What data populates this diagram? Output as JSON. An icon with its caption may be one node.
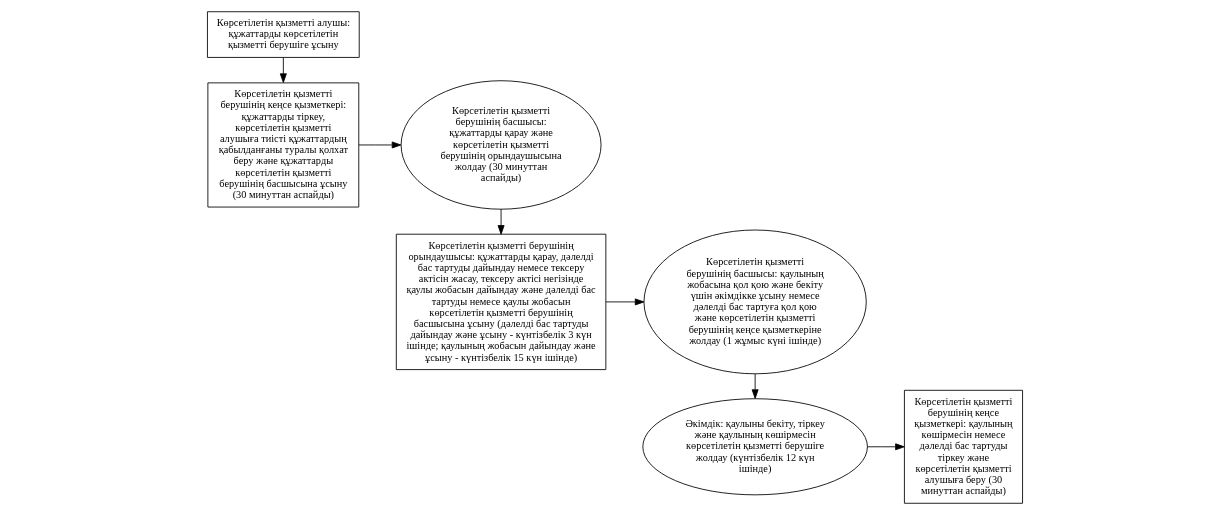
{
  "diagram": {
    "nodes": [
      {
        "text": [
          "Көрсетілетін қызметті алушы: құжаттарды көрсетілетін қызметті берушіге ұсыну"
        ]
      },
      {
        "text": [
          "Көрсетілетін қызметті берушінің кеңсе қызметкері: құжаттарды тіркеу, көрсетілетін қызметті алушыға тиісті құжаттардың қабылданғаны туралы қолхат беру және құжаттарды көрсетілетін қызметті берушінің басшысына ұсыну (30 минуттан аспайды)"
        ]
      },
      {
        "text": [
          "Көрсетілетін қызметті берушінің басшысы: құжаттарды қарау және көрсетілетін қызметті берушінің орындаушысына жолдау (30 минуттан аспайды)"
        ]
      },
      {
        "text": [
          "Көрсетілетін қызметті берушінің орындаушысы: құжаттарды қарау, дәлелді бас тартуды дайындау немесе тексеру актісін жасау, тексеру актісі негізінде қаулы жобасын дайындау және дәлелді бас тартуды немесе қаулы жобасын көрсетілетін қызметті берушінің басшысына ұсыну (дәлелді бас тартуды дайындау және ұсыну - күнтізбелік 3 күн ішінде; қаулының жобасын дайындау және ұсыну - күнтізбелік 15 күн ішінде)"
        ]
      },
      {
        "text": [
          "Көрсетілетін қызметті берушінің басшысы: қаулының жобасына қол қою және бекіту үшін әкімдікке ұсыну немесе дәлелді бас тартуға қол қою және көрсетілетін қызметті берушінің кеңсе қызметкеріне жолдау (1 жұмыс күні ішінде)"
        ]
      },
      {
        "text": [
          "Әкімдік: қаулыны бекіту, тіркеу және қаулының көшірмесін көрсетілетін қызметті берушіге жолдау (күнтізбелік 12 күн ішінде)"
        ]
      },
      {
        "text": [
          "Көрсетілетін қызметті берушінің кеңсе қызметкері: қаулының көшірмесін немесе дәлелді бас тартуды тіркеу және көрсетілетін қызметті алушыға беру (30 минуттан аспайды)"
        ]
      }
    ],
    "edges": [
      {
        "from": 0,
        "to": 1,
        "arrow": "to"
      },
      {
        "from": 1,
        "to": 2,
        "arrow": "to"
      },
      {
        "from": 2,
        "to": 3,
        "arrow": "to"
      },
      {
        "from": 3,
        "to": 4,
        "arrow": "to"
      },
      {
        "from": 4,
        "to": 5,
        "arrow": "to"
      },
      {
        "from": 5,
        "to": 6,
        "arrow": "to"
      }
    ]
  }
}
